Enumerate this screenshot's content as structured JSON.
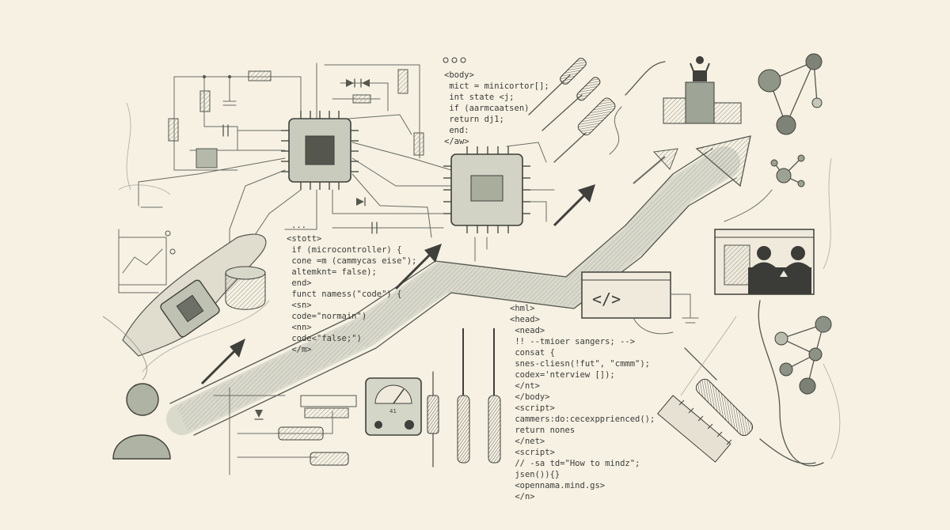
{
  "palette": {
    "paper": "#f6f1e3",
    "ink": "#3c3d38",
    "wash": "#9aa393",
    "chip": "#b7b9ab"
  },
  "code_top": {
    "lines": [
      "<body>",
      "  mict = minicortor[];",
      "  int state <j;",
      "  if (aarmcaatsen)",
      "    return dj1;",
      "  end:",
      "</aw>"
    ]
  },
  "code_left": {
    "dots": "...",
    "lines": [
      "<stott>",
      "  if (microcontroller) {",
      "    cone =m (cammycas eise\");",
      "    altemknt= false);",
      "  end>",
      "  funct namess(\"code\") {",
      "    <sn>",
      "      code=\"normain\")",
      "    <nn>",
      "      code<\"false;\")",
      "    </m>"
    ]
  },
  "code_bottom": {
    "lines": [
      "<hml>",
      "<head>",
      "  <nead>",
      "    !! --tmioer sangers; -->",
      "    consat {",
      "      snes-cliesn(!fut\", \"cmmm\");",
      "      codex='nterview []);",
      "    </nt>",
      "  </body>",
      "  <script>",
      "    cammers:do:cecexpprienced();",
      "    return nones",
      "  </net>",
      "  <script>",
      "    // -sa td=\"How to mindz\";",
      "      jsen()){}",
      "    <opennama.mind.gs>",
      "  </n>"
    ]
  },
  "code_icon": {
    "label": "</>"
  },
  "gauge": {
    "label": "41"
  },
  "icons": [
    "person-icon",
    "podium-icon",
    "network-icon",
    "window-icon",
    "people-icon",
    "multimeter-icon",
    "soldering-iron-icon",
    "screwdriver-icon",
    "ruler-icon",
    "microchip-icon",
    "growth-arrow-icon"
  ]
}
